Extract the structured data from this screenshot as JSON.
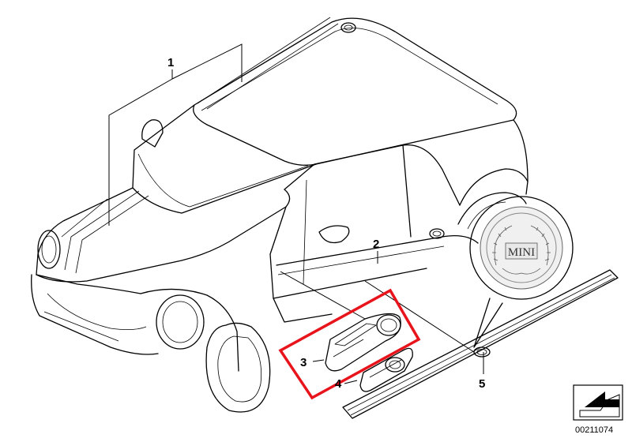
{
  "callouts": {
    "c1": "1",
    "c2": "2",
    "c3": "3",
    "c4": "4",
    "c5": "5"
  },
  "emblem_text": "MINI",
  "reference_number": "00211074",
  "colors": {
    "highlight_box": "#e8141c",
    "line": "#000000",
    "background": "#ffffff"
  },
  "icons": [
    "car-outline-icon",
    "door-sill-icon",
    "badge-icon",
    "emblem-magnifier-icon",
    "corner-arrow-icon"
  ]
}
